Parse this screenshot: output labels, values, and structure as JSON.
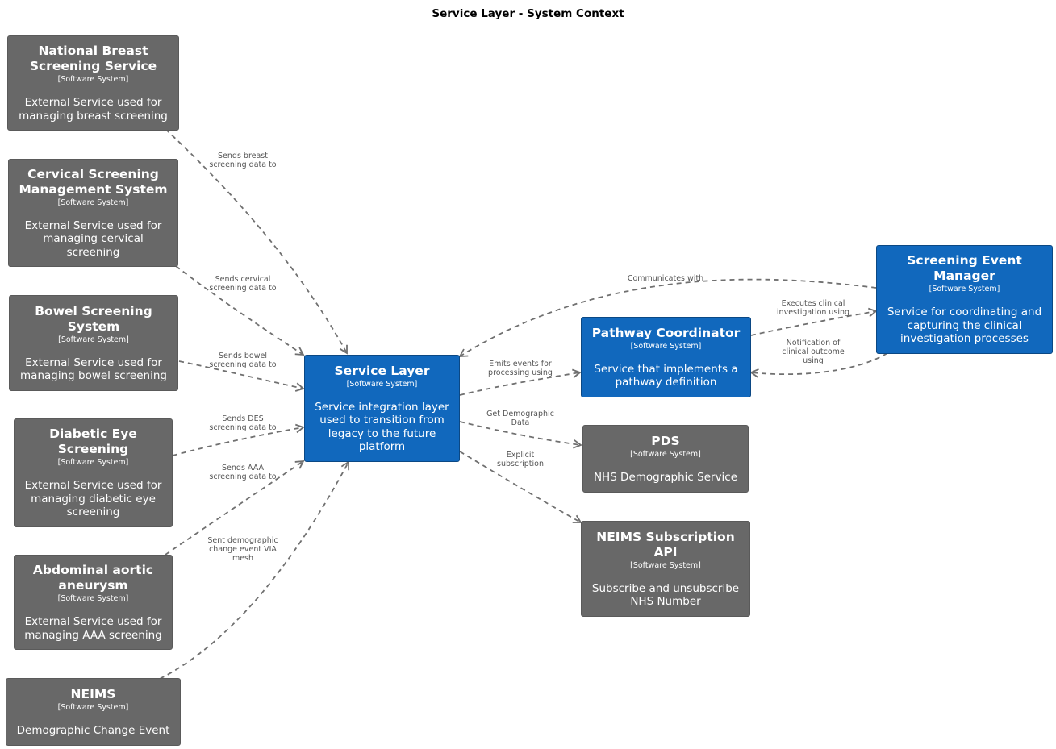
{
  "title": "Service Layer - System Context",
  "nodes": {
    "nbss": {
      "name": "National Breast Screening Service",
      "type": "[Software System]",
      "desc": "External Service used for managing breast screening"
    },
    "csms": {
      "name": "Cervical Screening Management System",
      "type": "[Software System]",
      "desc": "External Service used for managing cervical screening"
    },
    "bss": {
      "name": "Bowel Screening System",
      "type": "[Software System]",
      "desc": "External Service used for managing bowel screening"
    },
    "des": {
      "name": "Diabetic Eye Screening",
      "type": "[Software System]",
      "desc": "External Service used for managing diabetic eye screening"
    },
    "aaa": {
      "name": "Abdominal aortic aneurysm",
      "type": "[Software System]",
      "desc": "External Service used for managing AAA screening"
    },
    "neims": {
      "name": "NEIMS",
      "type": "[Software System]",
      "desc": "Demographic Change Event"
    },
    "service_layer": {
      "name": "Service Layer",
      "type": "[Software System]",
      "desc": "Service integration layer used to transition from legacy to the future platform"
    },
    "pathway": {
      "name": "Pathway Coordinator",
      "type": "[Software System]",
      "desc": "Service that implements a pathway definition"
    },
    "sem": {
      "name": "Screening Event Manager",
      "type": "[Software System]",
      "desc": "Service for coordinating and capturing the clinical investigation processes"
    },
    "pds": {
      "name": "PDS",
      "type": "[Software System]",
      "desc": "NHS Demographic Service"
    },
    "neims_api": {
      "name": "NEIMS Subscription API",
      "type": "[Software System]",
      "desc": "Subscribe and unsubscribe NHS Number"
    }
  },
  "edges": {
    "breast": "Sends breast\nscreening data to",
    "cervical": "Sends cervical\nscreening data to",
    "bowel": "Sends bowel\nscreening data to",
    "des": "Sends DES\nscreening data to",
    "aaa": "Sends AAA\nscreening data to",
    "neims": "Sent demographic\nchange event VIA\nmesh",
    "emits": "Emits events for\nprocessing using",
    "demographic": "Get Demographic\nData",
    "subscription": "Explicit\nsubscription",
    "executes": "Executes clinical\ninvestigation using",
    "notification": "Notification of\nclinical outcome\nusing",
    "communicates": "Communicates with"
  }
}
